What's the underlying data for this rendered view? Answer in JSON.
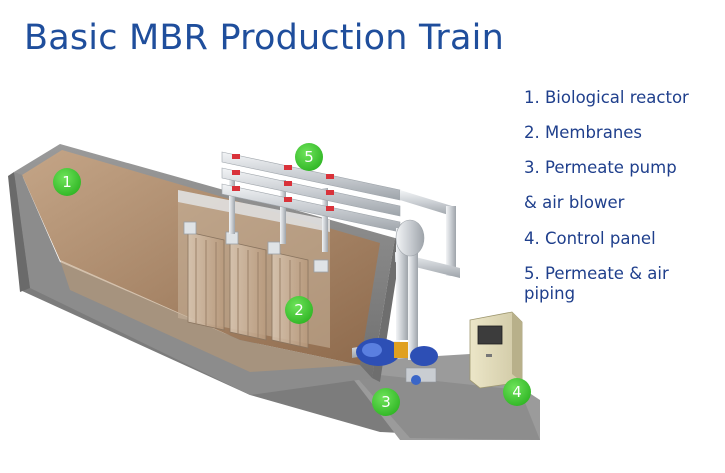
{
  "title": "Basic MBR Production Train",
  "legend": {
    "item1": "1. Biological reactor",
    "item2": "2. Membranes",
    "item3": "3. Permeate pump",
    "item3b": "& air blower",
    "item4": "4. Control panel",
    "item5": "5. Permeate & air piping"
  },
  "markers": {
    "m1": "1",
    "m2": "2",
    "m3": "3",
    "m4": "4",
    "m5": "5"
  },
  "colors": {
    "title": "#1f4e9c",
    "legend_text": "#1f3f8c",
    "marker_fill": "#3fcf2f",
    "water": "#a9876a",
    "concrete": "#8a8a8a",
    "pipe": "#d4d8dc"
  }
}
